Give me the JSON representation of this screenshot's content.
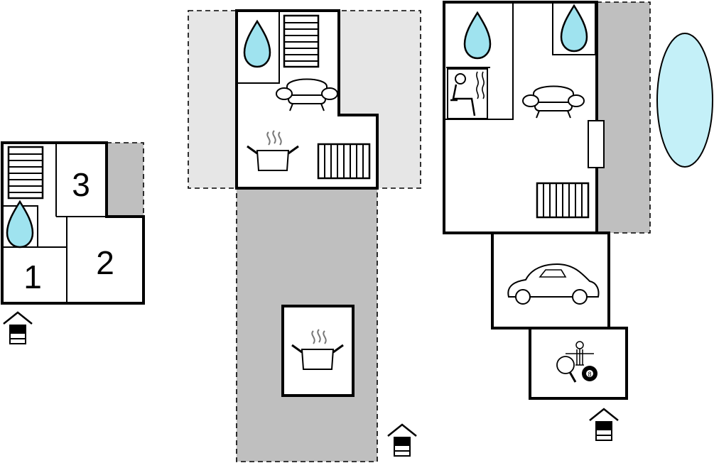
{
  "colors": {
    "terrace_light": "#e6e6e6",
    "terrace_dark": "#bfbfbf",
    "water": "#9fe3ef",
    "pool": "#c4f0f8",
    "wall": "#000000"
  },
  "rooms": {
    "r1": "1",
    "r2": "2",
    "r3": "3"
  },
  "icons": [
    "stairs-icon",
    "bathroom-drop-icon",
    "entrance-icon",
    "sofa-icon",
    "cooking-pot-icon",
    "radiator-icon",
    "sauna-icon",
    "car-garage-icon",
    "games-icon",
    "pool-icon"
  ]
}
